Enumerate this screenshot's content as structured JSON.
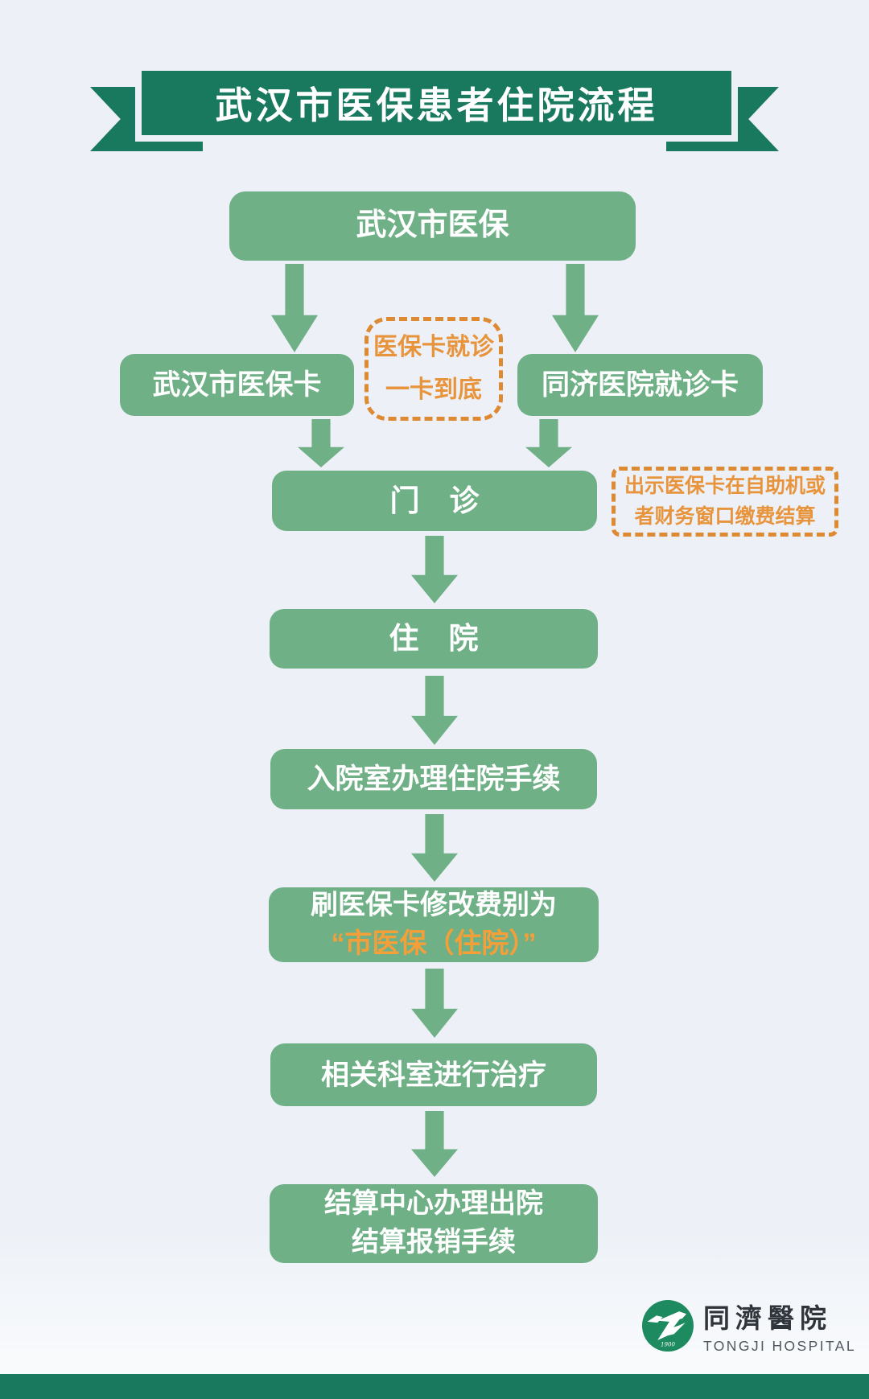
{
  "banner": {
    "title": "武汉市医保患者住院流程"
  },
  "flow": {
    "root": {
      "label": "武汉市医保"
    },
    "left_card": {
      "label": "武汉市医保卡"
    },
    "right_card": {
      "label": "同济医院就诊卡"
    },
    "card_note": {
      "line1": "医保卡就诊",
      "line2": "一卡到底"
    },
    "outpatient": {
      "label": "门　诊"
    },
    "payment_note": {
      "line1": "出示医保卡在自助机或",
      "line2": "者财务窗口缴费结算"
    },
    "inpatient": {
      "label": "住　院"
    },
    "admission": {
      "label": "入院室办理住院手续"
    },
    "fee_change": {
      "line1": "刷医保卡修改费别为",
      "line2": "“市医保（住院）”"
    },
    "treatment": {
      "label": "相关科室进行治疗"
    },
    "discharge": {
      "line1": "结算中心办理出院",
      "line2": "结算报销手续"
    }
  },
  "footer": {
    "hospital_name_zh": "同濟醫院",
    "hospital_name_en": "TONGJI HOSPITAL",
    "logo_year": "1900"
  },
  "colors": {
    "bg": "#edf1f7",
    "dark_green": "#18795e",
    "box_green": "#6fb087",
    "orange": "#e8943c",
    "logo_green": "#1d8a60"
  }
}
